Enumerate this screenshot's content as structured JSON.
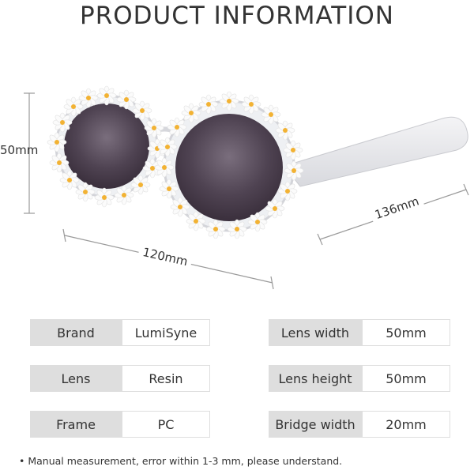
{
  "title": "PRODUCT INFORMATION",
  "dimensions": {
    "height": "50mm",
    "width": "120mm",
    "temple_length": "136mm"
  },
  "specs_left": [
    {
      "label": "Brand",
      "value": "LumiSyne"
    },
    {
      "label": "Lens",
      "value": "Resin"
    },
    {
      "label": "Frame",
      "value": "PC"
    }
  ],
  "specs_right": [
    {
      "label": "Lens width",
      "value": "50mm"
    },
    {
      "label": "Lens height",
      "value": "50mm"
    },
    {
      "label": "Bridge width",
      "value": "20mm"
    }
  ],
  "note": "• Manual measurement, error within 1-3 mm, please understand.",
  "colors": {
    "key_bg": "#dedede",
    "lens": "#4a3d4c",
    "daisy_center": "#f2b233"
  }
}
